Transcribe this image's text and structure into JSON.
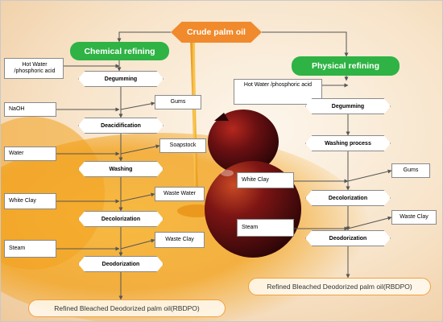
{
  "diagram": {
    "title": "Crude palm oil",
    "chemical": {
      "heading": "Chemical refining",
      "inputs": [
        "Hot Water /phosphoric acid",
        "NaOH",
        "Water",
        "White Clay",
        "Steam"
      ],
      "steps": [
        "Degumming",
        "Deacidification",
        "Washing",
        "Decolorization",
        "Deodorization"
      ],
      "outputs": [
        "Gums",
        "Soapstock",
        "Waste Water",
        "Waste Clay"
      ],
      "result": "Refined Bleached Deodorized palm oil(RBDPO)"
    },
    "physical": {
      "heading": "Physical refining",
      "inputs": [
        "Hot Water /phosphoric acid",
        "White Clay",
        "Steam"
      ],
      "steps": [
        "Degumming",
        "Washing process",
        "Decolorization",
        "Deodorization"
      ],
      "outputs": [
        "Gums",
        "Waste Clay"
      ],
      "result": "Refined Bleached Deodorized palm oil(RBDPO)"
    },
    "colors": {
      "start": "#f08a2c",
      "heading": "#2eb344",
      "arrow": "#555555",
      "oil": "#f2a31f",
      "fruit": "#5a0d10"
    }
  }
}
